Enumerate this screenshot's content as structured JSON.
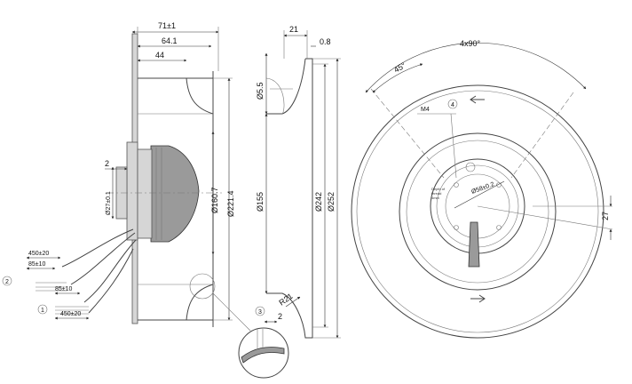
{
  "side_view": {
    "overall_width": "71±1",
    "width_to_flange": "64.1",
    "width_44": "44",
    "shaft_offset": "2",
    "hub_dia": "Ø27±0.1",
    "dia_160": "Ø160.7",
    "dia_221": "Ø221.4",
    "cable_outer": "450±20",
    "cable_mid": "85±10",
    "cable_inner": "85±10",
    "cable_lower": "450±20",
    "callout_1": "1",
    "callout_2": "2"
  },
  "section_view": {
    "width_21": "21",
    "gap_08": "0.8",
    "dia_55": "Ø5.5",
    "dia_155": "Ø155",
    "dia_242": "Ø242",
    "dia_252": "Ø252",
    "radius": "R21",
    "detail_callout": "3",
    "detail_width": "2"
  },
  "front_view": {
    "hole_pattern": "4x90°",
    "angle": "45°",
    "thread": "M4",
    "callout_4": "4",
    "bolt_circle": "Ø58±0.2",
    "offset_27": "27",
    "label_text_1": "Depth of",
    "label_text_2": "thread",
    "label_text_3": "4mm"
  }
}
